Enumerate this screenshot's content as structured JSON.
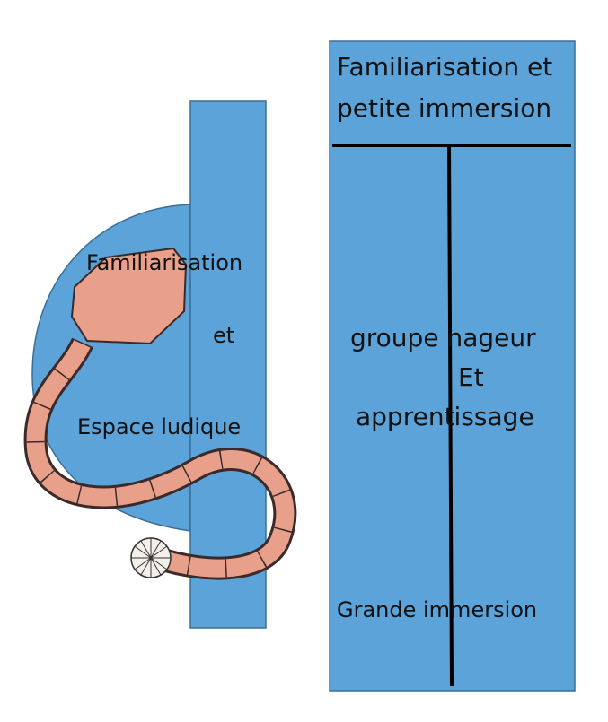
{
  "left_pool": {
    "label_line1": "Familiarisation",
    "label_line2": "et",
    "label_line3": "Espace ludique"
  },
  "right_pool": {
    "top_line1": "Familiarisation et",
    "top_line2": "petite immersion",
    "middle_line1": "groupe nageur",
    "middle_line2": "Et",
    "middle_line3": "apprentissage",
    "bottom": "Grande immersion"
  },
  "colors": {
    "water": "#5ba3d8",
    "slide": "#e8a08a",
    "line": "#000000"
  }
}
